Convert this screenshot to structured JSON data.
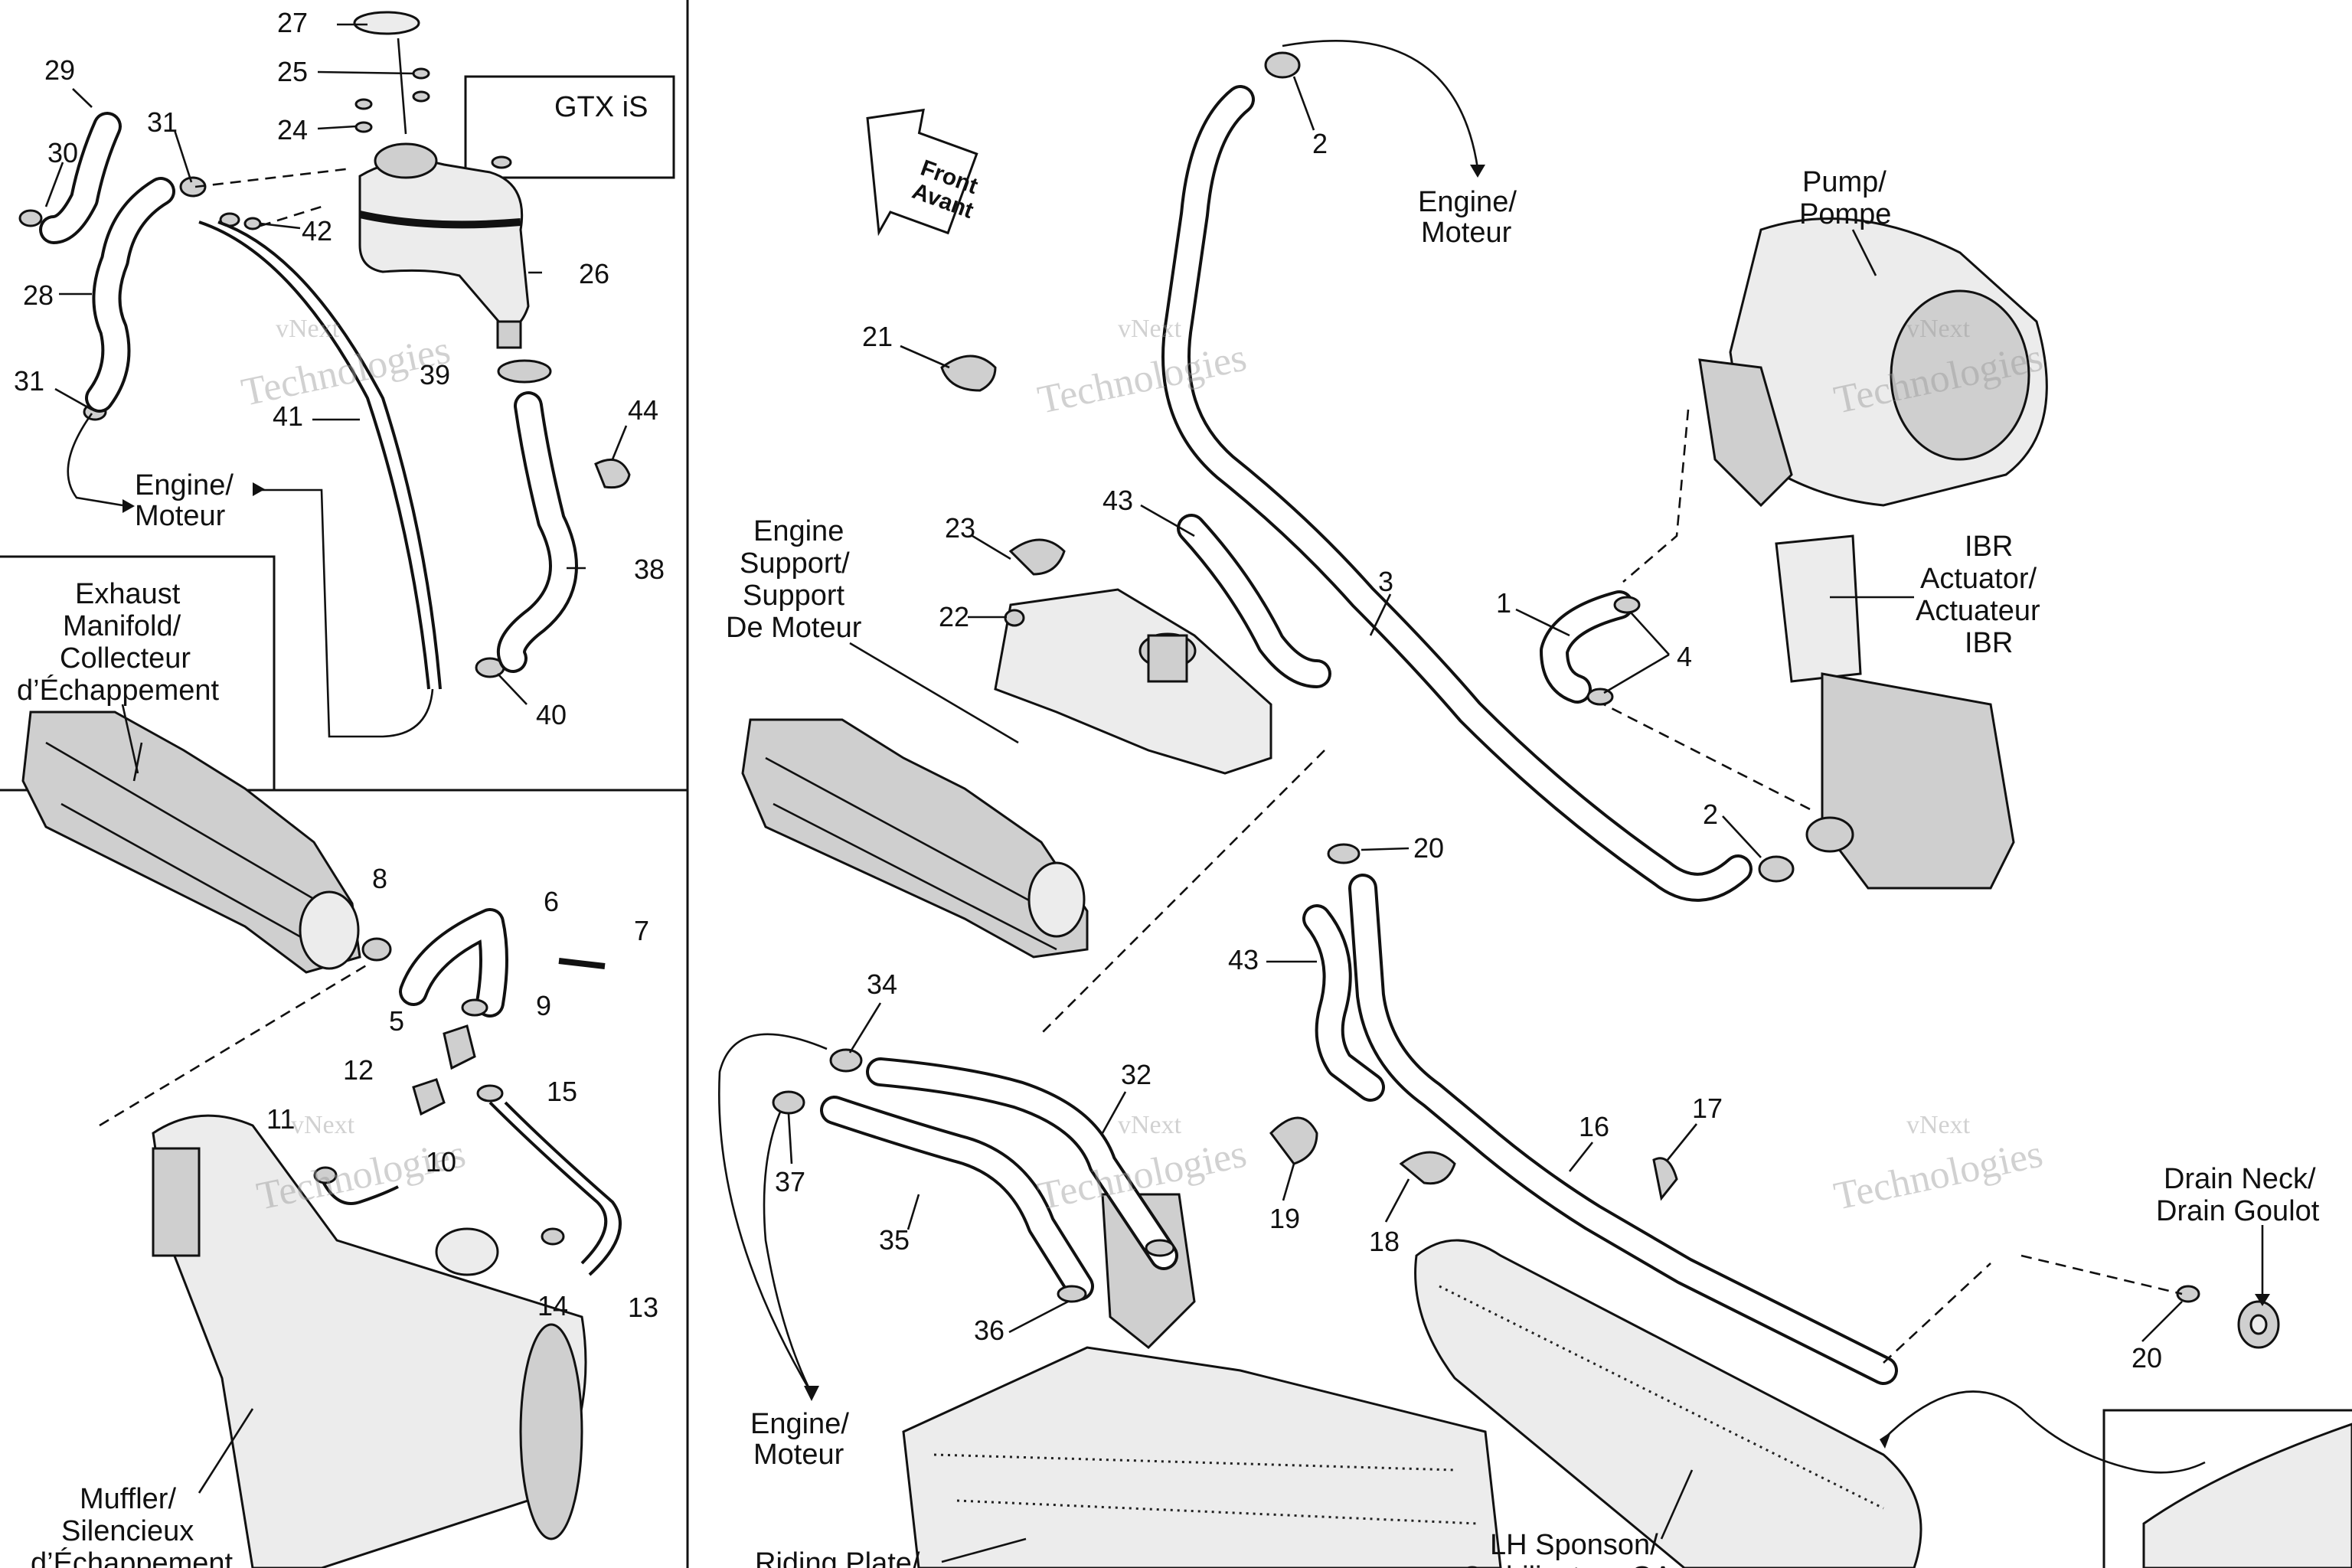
{
  "callouts": {
    "c1": "1",
    "c2a": "2",
    "c2b": "2",
    "c3": "3",
    "c4": "4",
    "c5": "5",
    "c6": "6",
    "c7": "7",
    "c8": "8",
    "c9": "9",
    "c10": "10",
    "c11": "11",
    "c12": "12",
    "c13": "13",
    "c14": "14",
    "c15": "15",
    "c16": "16",
    "c17": "17",
    "c18": "18",
    "c19": "19",
    "c20a": "20",
    "c20b": "20",
    "c21": "21",
    "c22": "22",
    "c23": "23",
    "c24": "24",
    "c25": "25",
    "c26": "26",
    "c27": "27",
    "c28": "28",
    "c29": "29",
    "c30": "30",
    "c31a": "31",
    "c31b": "31",
    "c32": "32",
    "c34": "34",
    "c35": "35",
    "c36": "36",
    "c37": "37",
    "c38": "38",
    "c39": "39",
    "c40": "40",
    "c41": "41",
    "c42": "42",
    "c43a": "43",
    "c43b": "43",
    "c44": "44"
  },
  "labels": {
    "gtx": "GTX iS",
    "engine_a": [
      "Engine/",
      "Moteur"
    ],
    "engine_b": [
      "Engine/",
      "Moteur"
    ],
    "engine_c": [
      "Engine/",
      "Moteur"
    ],
    "pump": [
      "Pump/",
      "Pompe"
    ],
    "ibr": [
      "IBR",
      "Actuator/",
      "Actuateur",
      "IBR"
    ],
    "support": [
      "Engine",
      "Support/",
      "Support",
      "De Moteur"
    ],
    "exhaust": [
      "Exhaust",
      "Manifold/",
      "Collecteur",
      "d’Échappement"
    ],
    "muffler": [
      "Muffler/",
      "Silencieux",
      "d’Échappement"
    ],
    "drain": [
      "Drain Neck/",
      "Drain Goulot"
    ],
    "front": [
      "Front",
      "Avant"
    ],
    "riding": [
      "Riding Plate/"
    ],
    "sponson": [
      "LH Sponson/",
      "Stabilisateur GA"
    ]
  },
  "watermark": [
    "vNext",
    "Technologies"
  ]
}
